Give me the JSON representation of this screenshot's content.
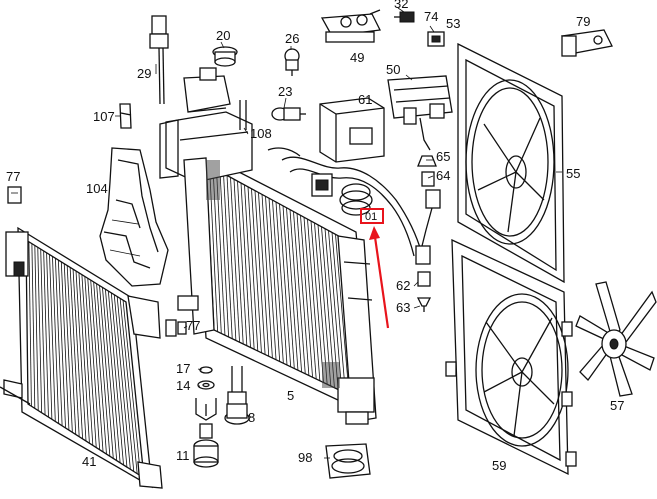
{
  "diagram": {
    "part_labels": [
      {
        "id": "p29",
        "text": "29"
      },
      {
        "id": "p20",
        "text": "20"
      },
      {
        "id": "p26",
        "text": "26"
      },
      {
        "id": "p49",
        "text": "49"
      },
      {
        "id": "p32",
        "text": "32"
      },
      {
        "id": "p74",
        "text": "74"
      },
      {
        "id": "p53",
        "text": "53"
      },
      {
        "id": "p79",
        "text": "79"
      },
      {
        "id": "p107",
        "text": "107"
      },
      {
        "id": "p23",
        "text": "23"
      },
      {
        "id": "p108",
        "text": "108"
      },
      {
        "id": "p61",
        "text": "61"
      },
      {
        "id": "p50",
        "text": "50"
      },
      {
        "id": "p65",
        "text": "65"
      },
      {
        "id": "p64",
        "text": "64"
      },
      {
        "id": "p55",
        "text": "55"
      },
      {
        "id": "p104",
        "text": "104"
      },
      {
        "id": "p77",
        "text": "77"
      },
      {
        "id": "p01",
        "text": "01"
      },
      {
        "id": "p62",
        "text": "62"
      },
      {
        "id": "p63",
        "text": "63"
      },
      {
        "id": "p77b",
        "text": "77"
      },
      {
        "id": "p17",
        "text": "17"
      },
      {
        "id": "p14",
        "text": "14"
      },
      {
        "id": "p5",
        "text": "5"
      },
      {
        "id": "p8",
        "text": "8"
      },
      {
        "id": "p57",
        "text": "57"
      },
      {
        "id": "p11",
        "text": "11"
      },
      {
        "id": "p41",
        "text": "41"
      },
      {
        "id": "p98",
        "text": "98"
      },
      {
        "id": "p59",
        "text": "59"
      }
    ],
    "highlight_color": "#e8141c",
    "line_color": "#111111"
  }
}
